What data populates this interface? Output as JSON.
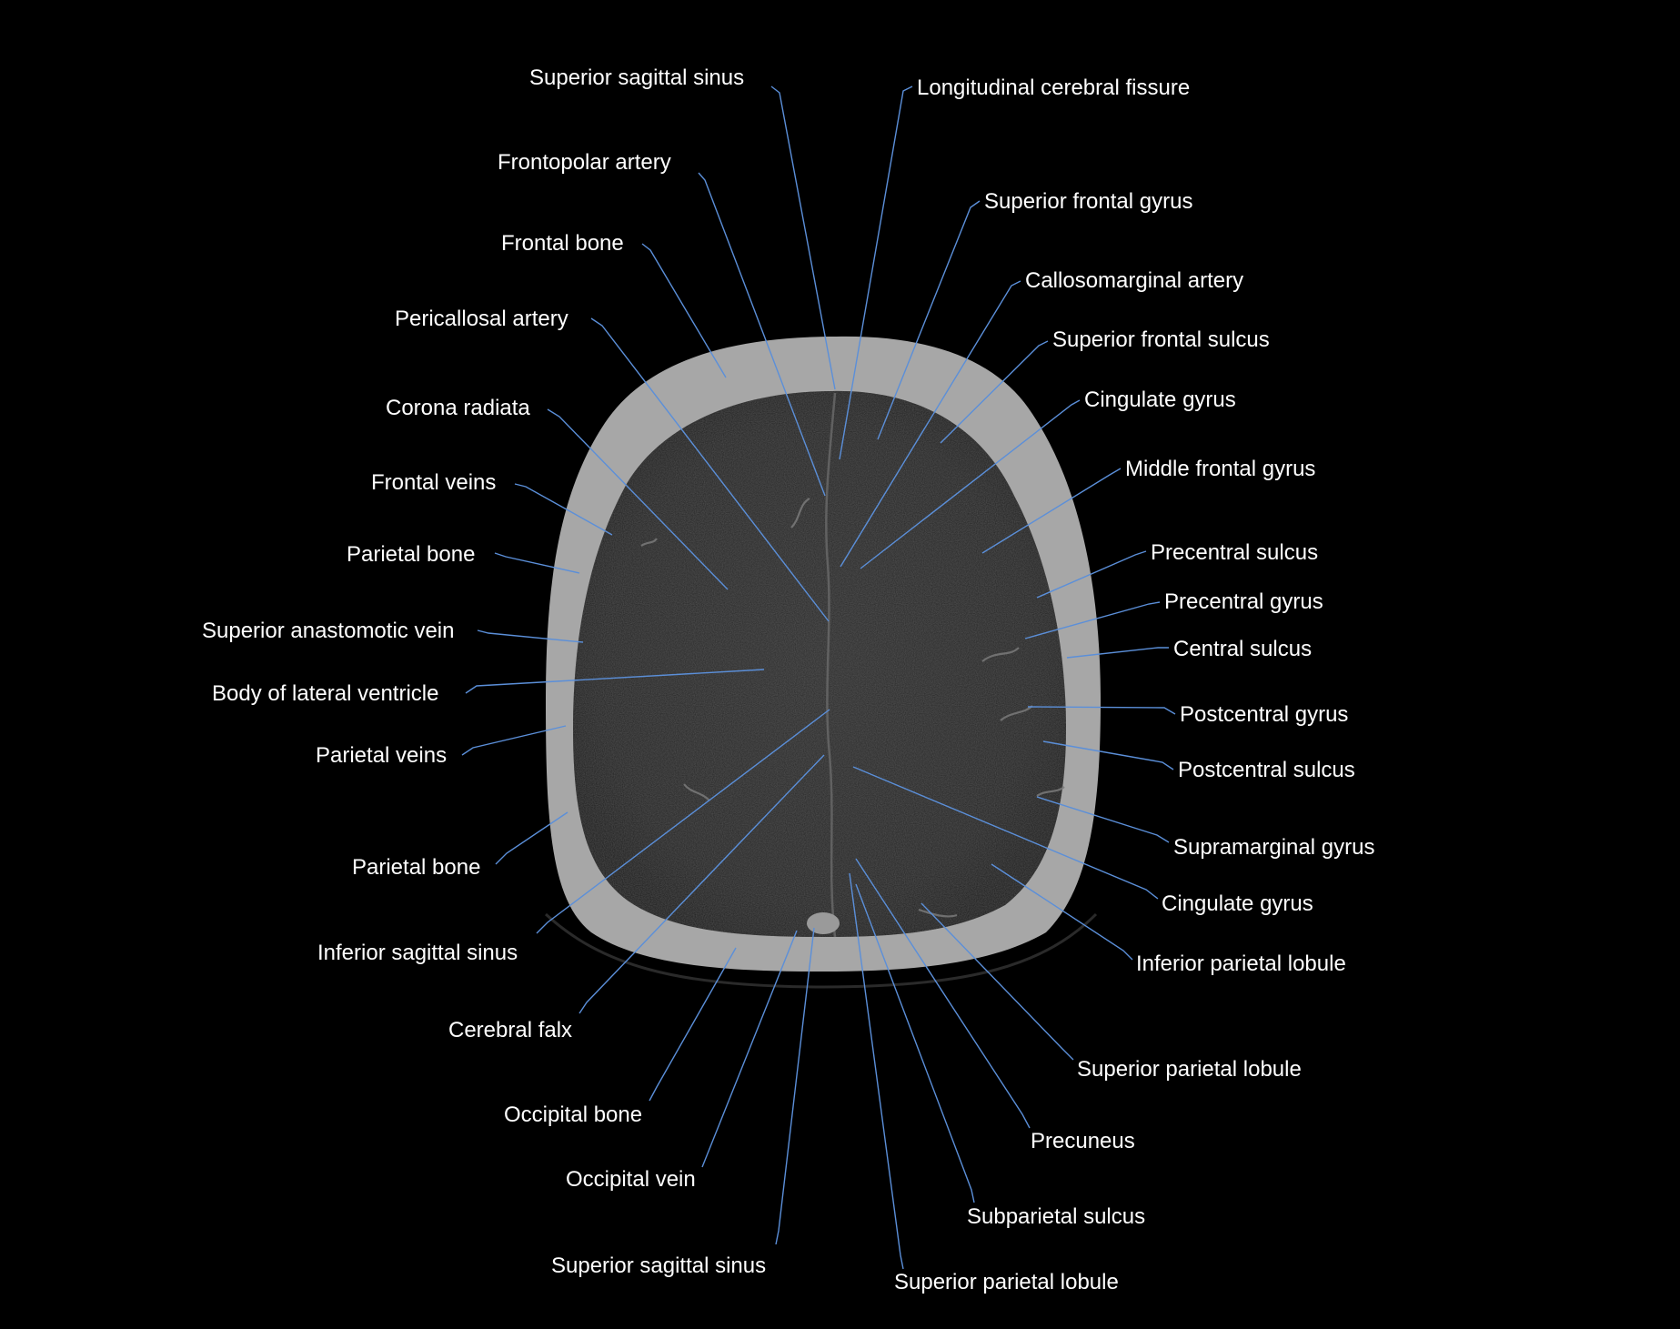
{
  "colors": {
    "background": "#000000",
    "leader": "#5b8fd9",
    "text": "#ffffff",
    "bone": "#a6a6a6"
  },
  "labels": [
    {
      "id": "superior-sagittal-sinus-top",
      "text": "Superior sagittal sinus"
    },
    {
      "id": "longitudinal-cerebral-fissure",
      "text": "Longitudinal cerebral fissure"
    },
    {
      "id": "frontopolar-artery",
      "text": "Frontopolar artery"
    },
    {
      "id": "superior-frontal-gyrus",
      "text": "Superior frontal gyrus"
    },
    {
      "id": "frontal-bone",
      "text": "Frontal bone"
    },
    {
      "id": "callosomarginal-artery",
      "text": "Callosomarginal artery"
    },
    {
      "id": "pericallosal-artery",
      "text": "Pericallosal artery"
    },
    {
      "id": "superior-frontal-sulcus",
      "text": "Superior frontal sulcus"
    },
    {
      "id": "corona-radiata",
      "text": "Corona radiata"
    },
    {
      "id": "cingulate-gyrus-right",
      "text": "Cingulate gyrus"
    },
    {
      "id": "frontal-veins",
      "text": "Frontal veins"
    },
    {
      "id": "middle-frontal-gyrus",
      "text": "Middle frontal gyrus"
    },
    {
      "id": "parietal-bone-left-upper",
      "text": "Parietal bone"
    },
    {
      "id": "precentral-sulcus",
      "text": "Precentral sulcus"
    },
    {
      "id": "precentral-gyrus",
      "text": "Precentral gyrus"
    },
    {
      "id": "superior-anastomotic-vein",
      "text": "Superior anastomotic vein"
    },
    {
      "id": "central-sulcus",
      "text": "Central sulcus"
    },
    {
      "id": "body-of-lateral-ventricle",
      "text": "Body of lateral ventricle"
    },
    {
      "id": "postcentral-gyrus",
      "text": "Postcentral gyrus"
    },
    {
      "id": "parietal-veins",
      "text": "Parietal veins"
    },
    {
      "id": "postcentral-sulcus",
      "text": "Postcentral sulcus"
    },
    {
      "id": "supramarginal-gyrus",
      "text": "Supramarginal gyrus"
    },
    {
      "id": "parietal-bone-left-lower",
      "text": "Parietal bone"
    },
    {
      "id": "cingulate-gyrus-lower",
      "text": "Cingulate gyrus"
    },
    {
      "id": "inferior-sagittal-sinus",
      "text": "Inferior sagittal sinus"
    },
    {
      "id": "inferior-parietal-lobule",
      "text": "Inferior parietal lobule"
    },
    {
      "id": "cerebral-falx",
      "text": "Cerebral falx"
    },
    {
      "id": "superior-parietal-lobule-right",
      "text": "Superior parietal lobule"
    },
    {
      "id": "occipital-bone",
      "text": "Occipital bone"
    },
    {
      "id": "precuneus",
      "text": "Precuneus"
    },
    {
      "id": "occipital-vein",
      "text": "Occipital vein"
    },
    {
      "id": "subparietal-sulcus",
      "text": "Subparietal sulcus"
    },
    {
      "id": "superior-sagittal-sinus-bottom",
      "text": "Superior sagittal sinus"
    },
    {
      "id": "superior-parietal-lobule-bottom",
      "text": "Superior parietal lobule"
    }
  ]
}
